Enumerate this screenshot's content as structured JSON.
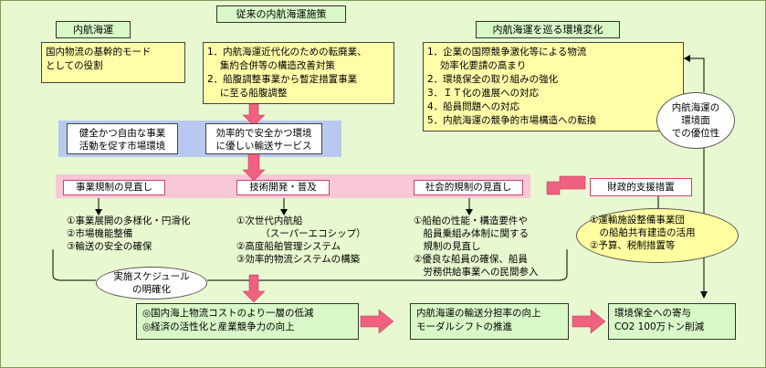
{
  "naikou": {
    "header": "内航海運",
    "lines": [
      "国内物流の基幹的モード",
      "としての役割"
    ]
  },
  "juurai": {
    "header": "従来の内航海運施策",
    "items": [
      "1．内航海運近代化のための転廃業、",
      "　  集約合併等の構造改善対策",
      "2．船腹調整事業から暫定措置事業",
      "　  に至る船腹調整"
    ]
  },
  "kankyou": {
    "header": "内航海運を巡る環境変化",
    "items": [
      "1．企業の国際競争激化等による物流",
      "　  効率化要請の高まり",
      "2．環境保全の取り組みの強化",
      "3．ＩＴ化の進展への対応",
      "4．船員問題への対応",
      "5．内航海運の競争的市場構造への転換"
    ]
  },
  "goals": {
    "market": [
      "健全かつ自由な事業",
      "活動を促す市場環境"
    ],
    "service": [
      "効率的で安全かつ環境",
      "に優しい輸送サービス"
    ]
  },
  "reviews": {
    "business": {
      "header": "事業規制の見直し",
      "items": [
        "①事業展開の多様化・円滑化",
        "②市場機能整備",
        "③輸送の安全の確保"
      ]
    },
    "tech": {
      "header": "技術開発・普及",
      "items": [
        "①次世代内航船",
        "　　　（スーパーエコシップ）",
        "②高度船舶管理システム",
        "③効率的物流システムの構築"
      ]
    },
    "social": {
      "header": "社会的規制の見直し",
      "items": [
        "①船舶の性能・構造要件や",
        "　船員乗組み体制に関する",
        "　規制の見直し",
        "②優良な船員の確保、船員",
        "　労務供給事業への民間参入"
      ]
    }
  },
  "support": {
    "header": "財政的支援措置",
    "items": [
      "①運輸施設整備事業団",
      "　の船舶共有建造の活用",
      "②予算、税制措置等"
    ]
  },
  "advantage": {
    "lines": [
      "内航海運の",
      "環境面",
      "での優位性"
    ]
  },
  "schedule": {
    "lines": [
      "実施スケジュール",
      "の明確化"
    ]
  },
  "outcomes": {
    "cost": [
      "◎国内海上物流コストのより一層の低減",
      "◎経済の活性化と産業競争力の向上"
    ],
    "modal": [
      "内航海運の輸送分担率の向上",
      "モーダルシフトの推進"
    ],
    "env": [
      "環境保全への寄与",
      "CO2 100万トン削減"
    ]
  },
  "colors": {
    "background": "#e8f8d0",
    "header_fill": "#d8f8c8",
    "yellow_fill": "#fffda8",
    "blue_band": "#b8c8f0",
    "pink_band": "#f8c8d8",
    "arrow": "#f06080"
  }
}
